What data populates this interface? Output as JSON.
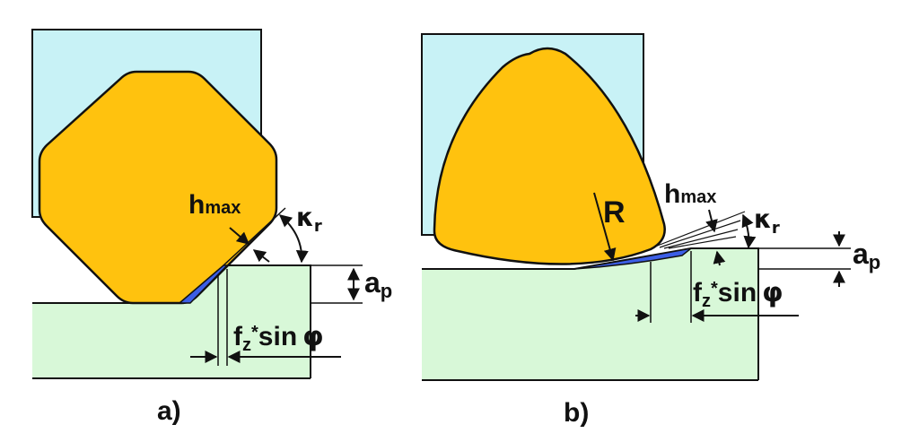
{
  "colors": {
    "holder": "#c8f2f6",
    "insert": "#ffc20e",
    "workpiece": "#d8f8d8",
    "chip": "#3c5ee6",
    "line": "#111111"
  },
  "panel_a": {
    "caption": "a)",
    "h_label": "h",
    "h_sub": "max",
    "kappa_label": "κ",
    "kappa_sub": "r",
    "ap_label": "a",
    "ap_sub": "p",
    "feed_label_f": "f",
    "feed_sub": "z",
    "feed_star": "*",
    "feed_sin": "sin",
    "feed_phi": "φ"
  },
  "panel_b": {
    "caption": "b)",
    "radius_label": "R",
    "h_label": "h",
    "h_sub": "max",
    "kappa_label": "κ",
    "kappa_sub": "r",
    "ap_label": "a",
    "ap_sub": "p",
    "feed_label_f": "f",
    "feed_sub": "z",
    "feed_star": "*",
    "feed_sin": "sin",
    "feed_phi": "φ"
  }
}
